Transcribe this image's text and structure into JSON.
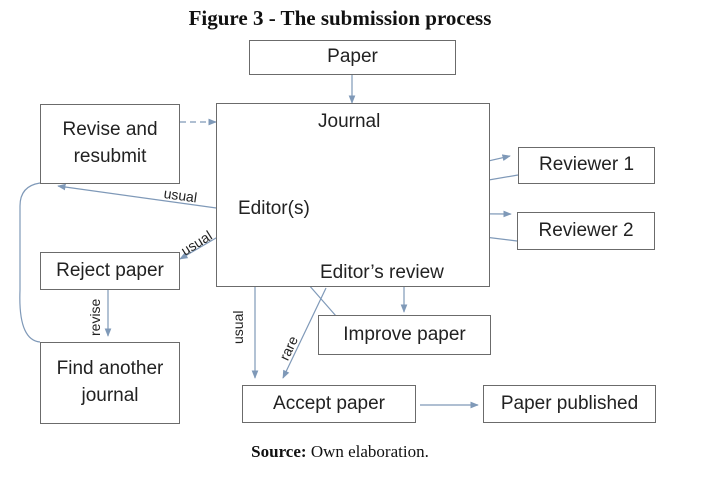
{
  "title": "Figure 3 - The submission process",
  "nodes": {
    "paper": "Paper",
    "journal": "Journal",
    "editors": "Editor(s)",
    "editors_review": "Editor’s review",
    "revise": "Revise and resubmit",
    "reviewer1": "Reviewer 1",
    "reviewer2": "Reviewer 2",
    "reject": "Reject paper",
    "find_journal": "Find another journal",
    "improve": "Improve paper",
    "accept": "Accept paper",
    "published": "Paper published"
  },
  "edge_labels": {
    "usual_revise": "usual",
    "usual_reject": "usual",
    "usual_accept": "usual",
    "rare_accept": "rare",
    "revise_find": "revise"
  },
  "source": {
    "label": "Source:",
    "text": "Own elaboration."
  },
  "colors": {
    "arrow": "#7f99b8",
    "border": "#6b6b6b"
  }
}
